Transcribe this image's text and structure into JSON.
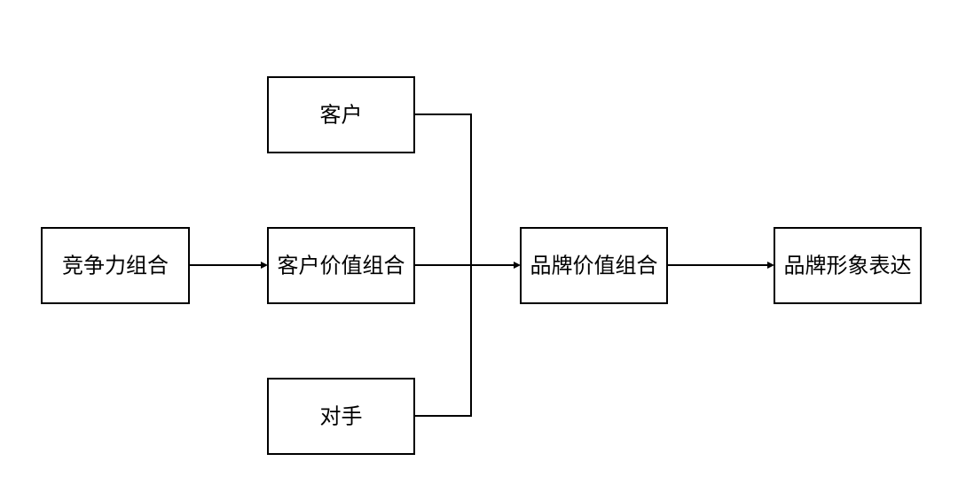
{
  "nodes": {
    "competitiveness_mix": "竞争力组合",
    "customer": "客户",
    "customer_value_mix": "客户价值组合",
    "competitor": "对手",
    "brand_value_mix": "品牌价值组合",
    "brand_image_expression": "品牌形象表达"
  },
  "edges": [
    {
      "from": "competitiveness_mix",
      "to": "customer_value_mix"
    },
    {
      "from": "customer",
      "to": "brand_value_mix"
    },
    {
      "from": "customer_value_mix",
      "to": "brand_value_mix"
    },
    {
      "from": "competitor",
      "to": "brand_value_mix"
    },
    {
      "from": "brand_value_mix",
      "to": "brand_image_expression"
    }
  ],
  "colors": {
    "stroke": "#000000",
    "background": "#ffffff"
  }
}
